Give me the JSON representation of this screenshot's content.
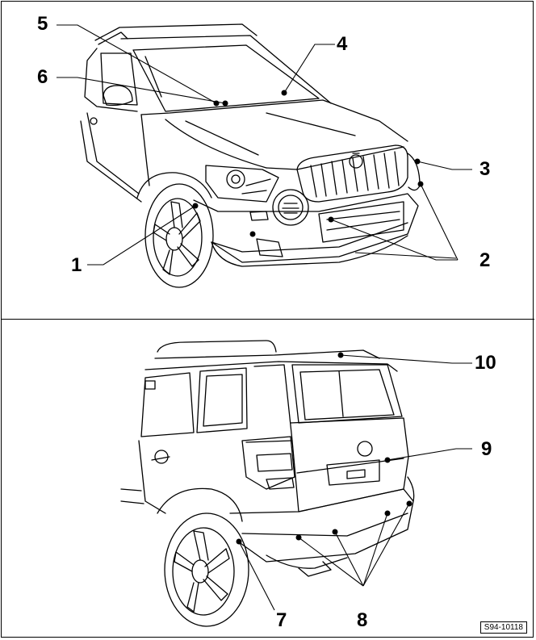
{
  "callouts": {
    "c1": "1",
    "c2": "2",
    "c3": "3",
    "c4": "4",
    "c5": "5",
    "c6": "6",
    "c7": "7",
    "c8": "8",
    "c9": "9",
    "c10": "10"
  },
  "reference_code": "S94-10118",
  "colors": {
    "line": "#000000",
    "background": "#ffffff"
  }
}
